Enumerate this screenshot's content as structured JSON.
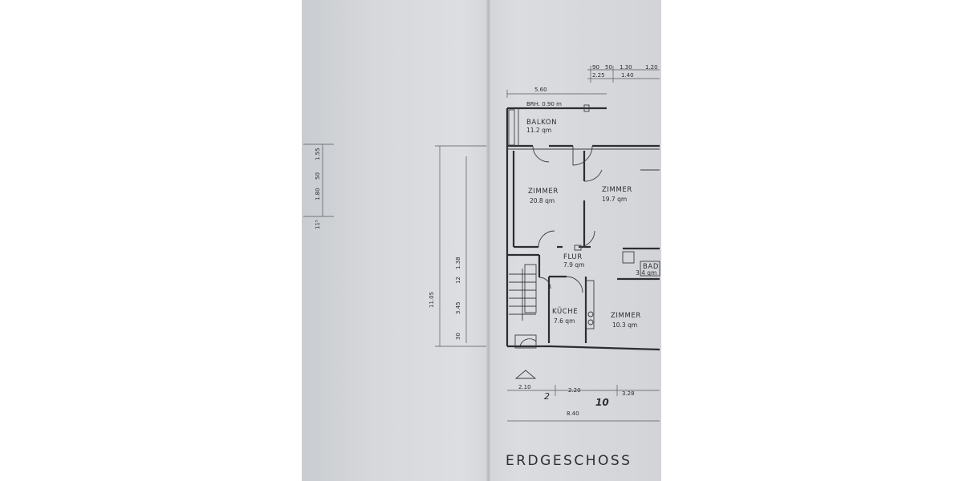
{
  "plan": {
    "title": "ERDGESCHOSS",
    "rooms": {
      "balkon": {
        "name": "BALKON",
        "area": "11.2 qm"
      },
      "zimmer_1": {
        "name": "ZIMMER",
        "area": "20.8 qm"
      },
      "zimmer_2": {
        "name": "ZIMMER",
        "area": "19.7 qm"
      },
      "flur": {
        "name": "FLUR",
        "area": "7.9 qm"
      },
      "bad": {
        "name": "BAD",
        "area": "3.4 qm"
      },
      "kueche": {
        "name": "KÜCHE",
        "area": "7.6 qm"
      },
      "zimmer_3": {
        "name": "ZIMMER",
        "area": "10.3 qm"
      }
    },
    "annotations": {
      "brh": "BRH. 0.90 m",
      "dim_balkon_width": "5.60",
      "top_dims": [
        "90",
        "50",
        "1.30",
        "1.20"
      ],
      "top_dims_2": [
        "2.25",
        "1.40"
      ],
      "bottom_dims": [
        "2.10",
        "2.20",
        "3.28"
      ],
      "total_width": "8.40",
      "height_total": "11.05",
      "height_dims": [
        "1.38",
        "12",
        "3.45",
        "30"
      ],
      "left_dims": [
        "1.55",
        "50",
        "1.80"
      ],
      "left_small": "11⁵"
    },
    "handwriting": [
      "2",
      "10"
    ]
  }
}
